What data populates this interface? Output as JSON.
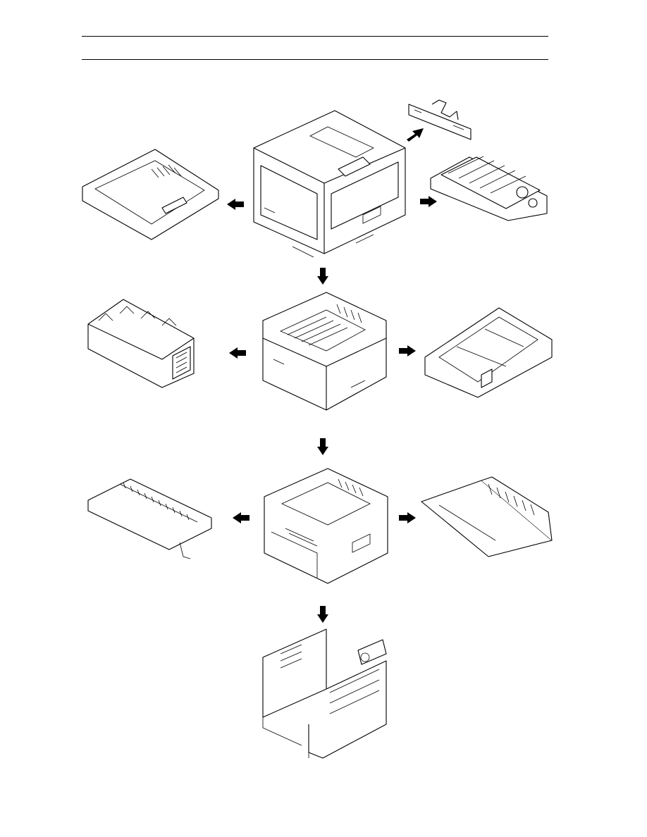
{
  "page": {
    "header_text": "",
    "footer_text": ""
  },
  "figures": [
    {
      "id": "printer-assembled",
      "icon": "printer-assembled-drawing"
    },
    {
      "id": "guide-bracket",
      "icon": "guide-bracket-drawing"
    },
    {
      "id": "drum-cartridge",
      "icon": "drum-cartridge-drawing"
    },
    {
      "id": "top-cover",
      "icon": "top-cover-drawing"
    },
    {
      "id": "printer-covers-removed",
      "icon": "printer-open-drawing"
    },
    {
      "id": "fuser-unit",
      "icon": "fuser-unit-drawing"
    },
    {
      "id": "paper-cassette",
      "icon": "paper-cassette-drawing"
    },
    {
      "id": "printer-inner-frame",
      "icon": "printer-frame-drawing"
    },
    {
      "id": "transport-unit",
      "icon": "transport-unit-drawing"
    },
    {
      "id": "feed-unit",
      "icon": "feed-unit-drawing"
    },
    {
      "id": "printer-chassis",
      "icon": "printer-chassis-drawing"
    }
  ],
  "colors": {
    "line": "#000000",
    "background": "#ffffff"
  }
}
